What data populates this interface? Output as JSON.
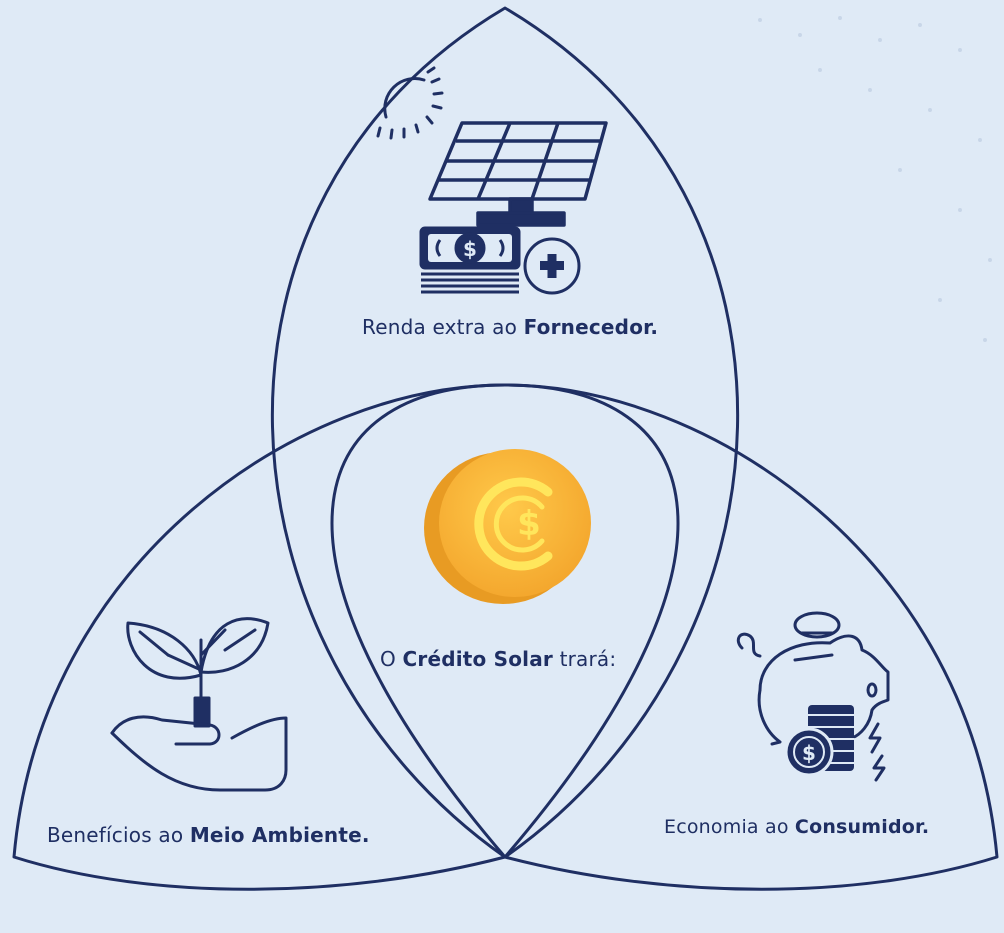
{
  "center": {
    "prefix": "O ",
    "bold": "Crédito Solar",
    "suffix": " trará:"
  },
  "top": {
    "prefix": "Renda extra ao ",
    "bold": "Fornecedor."
  },
  "left": {
    "prefix": "Benefícios ao ",
    "bold": "Meio Ambiente."
  },
  "right": {
    "prefix": "Economia ao ",
    "bold": "Consumidor."
  },
  "icons": {
    "top": [
      "sun-icon",
      "solar-panel-icon",
      "money-stack-icon",
      "plus-circle-icon"
    ],
    "center": "solar-coin-icon",
    "left": "hand-plant-icon",
    "right": "piggy-bank-icon"
  },
  "colors": {
    "background": "#dfeaf6",
    "outline": "#1f2f63",
    "coin": "#f7b733",
    "coin_symbol": "#ffe65c"
  }
}
